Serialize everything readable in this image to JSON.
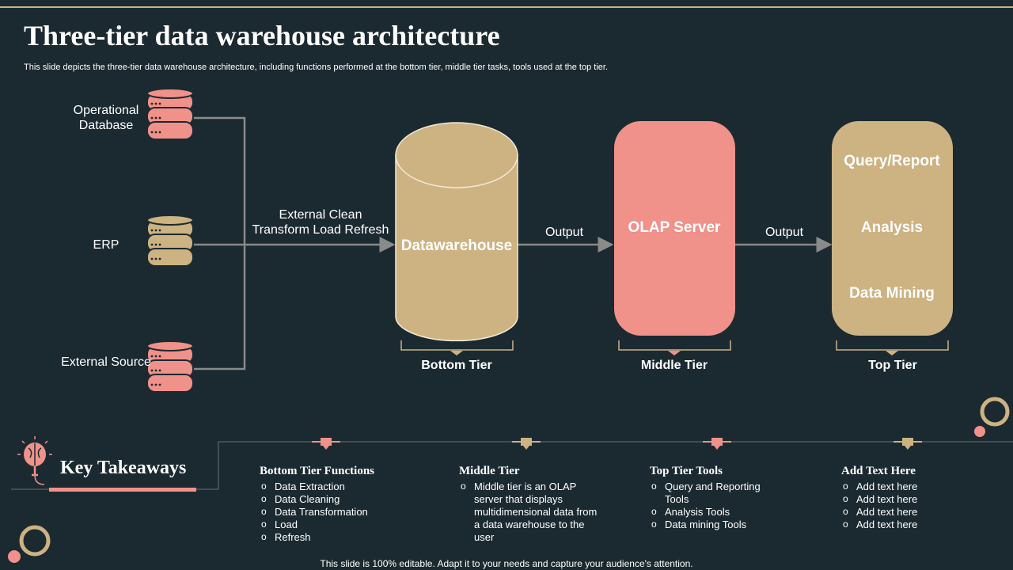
{
  "title": "Three-tier data warehouse architecture",
  "subtitle": "This slide depicts the three-tier data warehouse architecture, including functions performed at the bottom tier, middle tier tasks, tools used at the top tier.",
  "sources": [
    "Operational Database",
    "ERP",
    "External Source"
  ],
  "flow_labels": {
    "etl_line1": "External  Clean",
    "etl_line2": "Transform  Load Refresh",
    "output1": "Output",
    "output2": "Output"
  },
  "nodes": {
    "warehouse": "Datawarehouse",
    "olap": "OLAP Server",
    "top_items": [
      "Query/Report",
      "Analysis",
      "Data Mining"
    ]
  },
  "tiers": [
    "Bottom Tier",
    "Middle Tier",
    "Top Tier"
  ],
  "key_takeaways": {
    "title": "Key Takeaways",
    "columns": [
      {
        "heading": "Bottom Tier Functions",
        "items": [
          "Data Extraction",
          "Data Cleaning",
          "Data Transformation",
          "Load",
          "Refresh"
        ]
      },
      {
        "heading": "Middle Tier",
        "items": [
          "Middle tier is an OLAP server  that displays multidimensional  data from a data warehouse to the user"
        ]
      },
      {
        "heading": "Top Tier Tools",
        "items": [
          "Query and Reporting Tools",
          "Analysis Tools",
          "Data mining Tools"
        ]
      },
      {
        "heading": "Add Text Here",
        "items": [
          "Add text here",
          "Add text here",
          "Add text here",
          "Add text here"
        ]
      }
    ]
  },
  "footer": "This slide is 100% editable. Adapt it to your needs and capture your audience's attention.",
  "colors": {
    "background": "#1b2a30",
    "tan": "#cdb282",
    "salmon": "#f0918a",
    "connector": "#8a8a8a"
  }
}
